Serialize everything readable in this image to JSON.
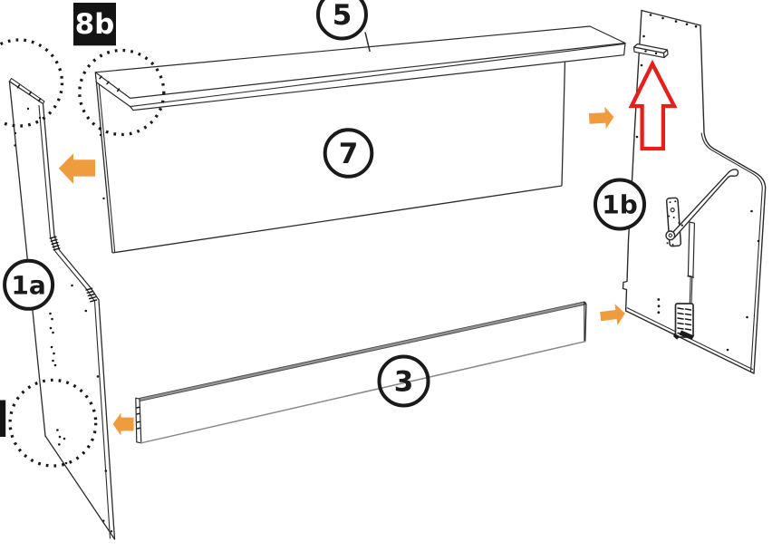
{
  "diagram": {
    "type": "furniture-assembly-step",
    "step_badge": {
      "label": "8b",
      "background": "#141414",
      "foreground": "#ffffff"
    },
    "callouts": {
      "shelf": "5",
      "back_panel": "7",
      "bottom_rail": "3",
      "left_side_panel": "1a",
      "right_side_panel": "1b"
    },
    "colors": {
      "line": "#2b2b2b",
      "grey_edge": "#8a8a8a",
      "orange_arrow": "#ef9c3f",
      "red_arrow": "#e3201b"
    },
    "icons": {
      "insert_left_upper": "orange-arrow-left",
      "insert_left_lower": "orange-arrow-left",
      "insert_right_upper": "orange-arrow-right",
      "insert_right_lower": "orange-arrow-right",
      "slide_up": "red-outline-arrow-up"
    }
  }
}
